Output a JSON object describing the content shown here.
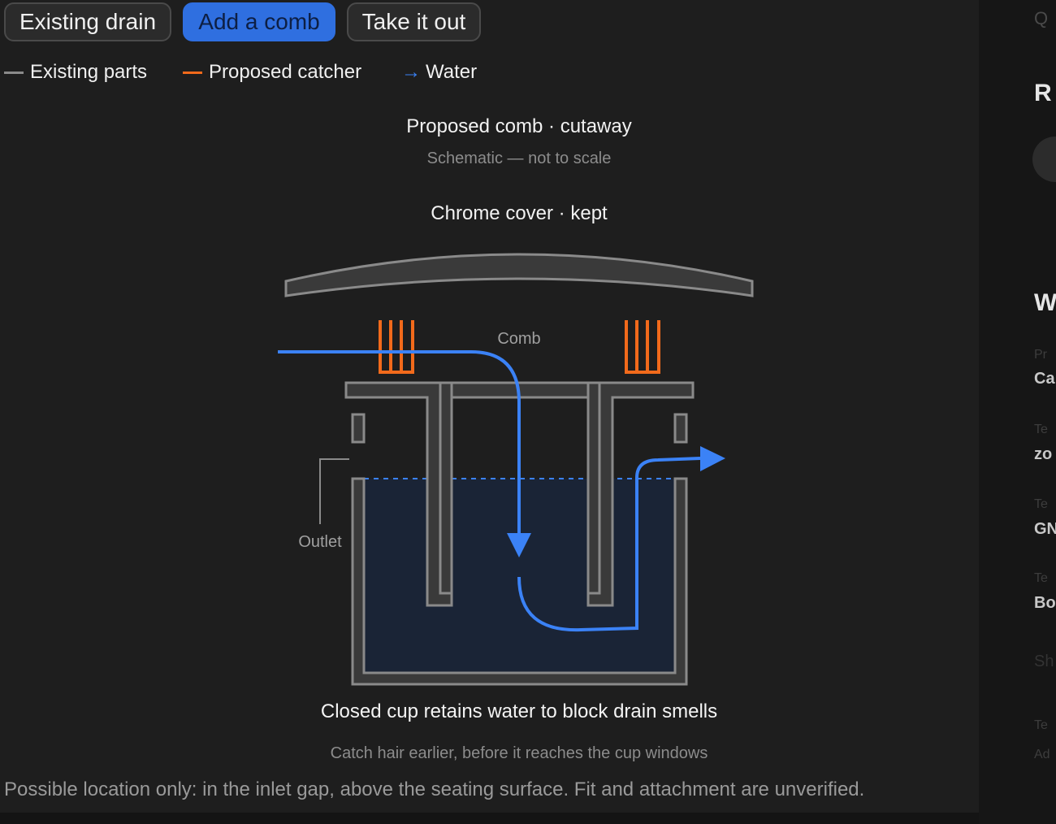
{
  "tabs": [
    {
      "label": "Existing drain",
      "active": false
    },
    {
      "label": "Add a comb",
      "active": true
    },
    {
      "label": "Take it out",
      "active": false
    }
  ],
  "legend": [
    {
      "label": "Existing parts",
      "color": "#8a8a8a",
      "icon": "line-swatch"
    },
    {
      "label": "Proposed catcher",
      "color": "#f26a1b",
      "icon": "line-swatch"
    },
    {
      "label": "Water",
      "color": "#3b82f6",
      "icon": "arrow-right-icon"
    }
  ],
  "diagram": {
    "title": "Proposed comb · cutaway",
    "subtitle": "Schematic — not to scale",
    "cover_label": "Chrome cover · kept",
    "comb_label": "Comb",
    "outlet_label": "Outlet",
    "caption": "Closed cup retains water to block drain smells",
    "subcaption": "Catch hair earlier, before it reaches the cup windows"
  },
  "footnote": "Possible location only: in the inlet gap, above the seating surface. Fit and attachment are unverified.",
  "colors": {
    "background": "#1e1e1e",
    "existing": "#8a8a8a",
    "proposed": "#f26a1b",
    "water": "#3b82f6",
    "water_fill": "#1a2436",
    "accent": "#2f6fe0"
  },
  "right_panel": {
    "search_hint": "Q",
    "heading_1": "R",
    "heading_2": "W",
    "fields": [
      {
        "label": "Pr",
        "value": "Ca"
      },
      {
        "label": "Te",
        "value": "zo"
      },
      {
        "label": "Te",
        "value": "GN"
      },
      {
        "label": "Te",
        "value": "Bo"
      },
      {
        "label": "Sh",
        "value": ""
      },
      {
        "label": "Te",
        "value": "Ad"
      }
    ]
  }
}
